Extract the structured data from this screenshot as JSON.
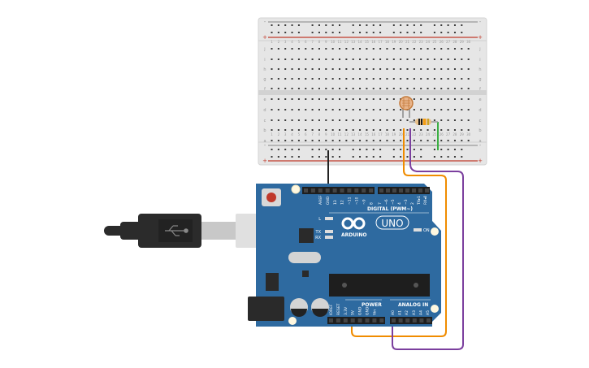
{
  "breadboard": {
    "columns": 30,
    "row_labels_top": [
      "j",
      "i",
      "h",
      "g",
      "f"
    ],
    "row_labels_bottom": [
      "e",
      "d",
      "c",
      "b",
      "a"
    ],
    "rail_minus": "-",
    "rail_plus": "+",
    "colors": {
      "body": "#e6e6e6",
      "hole": "#3a3a3a",
      "rail_red": "#c0392b",
      "rail_gray": "#9a9a9a"
    }
  },
  "components": {
    "photoresistor": {
      "name": "Photoresistor (LDR)",
      "color": "#e8b48a"
    },
    "resistor": {
      "name": "Resistor",
      "bands": [
        "#1a1a1a",
        "#1a1a1a",
        "#f39c12",
        "#c9a227"
      ]
    }
  },
  "arduino": {
    "model": "UNO",
    "brand": "ARDUINO",
    "board_color": "#2e6aa0",
    "digital_label": "DIGITAL (PWM~)",
    "digital_pins_left": [
      "AREF",
      "GND",
      "13",
      "12",
      "~11",
      "~10",
      "~9",
      "8"
    ],
    "digital_pins_right": [
      "7",
      "~6",
      "~5",
      "4",
      "~3",
      "2",
      "TX▸1",
      "RX◂0"
    ],
    "power_label": "POWER",
    "power_pins": [
      "IOREF",
      "RESET",
      "3.3V",
      "5V",
      "GND",
      "GND",
      "Vin"
    ],
    "analog_label": "ANALOG IN",
    "analog_pins": [
      "A0",
      "A1",
      "A2",
      "A3",
      "A4",
      "A5"
    ],
    "led_labels": [
      "L",
      "TX",
      "RX",
      "ON"
    ]
  },
  "wires": [
    {
      "name": "gnd-wire",
      "color": "#222222",
      "from": "GND",
      "to": "breadboard bottom - rail col 9"
    },
    {
      "name": "power-wire",
      "color": "#f08c00",
      "from": "3.3V",
      "to": "breadboard col 20"
    },
    {
      "name": "signal-wire",
      "color": "#7b3f9e",
      "from": "A0",
      "to": "breadboard col 21"
    },
    {
      "name": "ground-link-wire",
      "color": "#3cb043",
      "from": "col 25",
      "to": "bottom rail"
    }
  ],
  "usb": {
    "icon": "usb-icon",
    "cable_color": "#2b2b2b"
  }
}
